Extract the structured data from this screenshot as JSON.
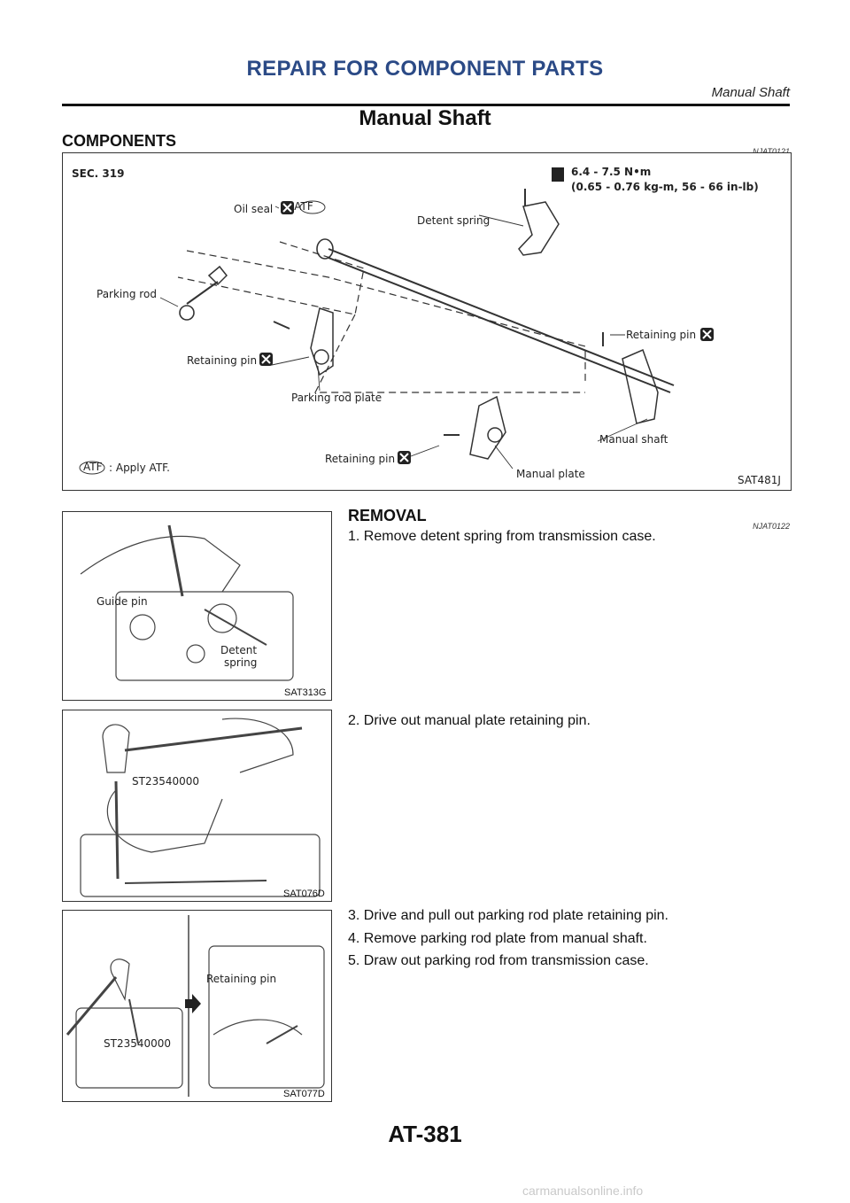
{
  "header": {
    "section": "REPAIR FOR COMPONENT PARTS",
    "subsection": "Manual Shaft"
  },
  "page_title": "Manual Shaft",
  "components": {
    "title": "COMPONENTS",
    "code": "NJAT0121",
    "figure": {
      "sec": "SEC. 319",
      "torque_line1": "6.4 - 7.5 N•m",
      "torque_line2": "(0.65 - 0.76 kg-m, 56 - 66 in-lb)",
      "labels": {
        "oil_seal": "Oil seal",
        "detent_spring": "Detent spring",
        "parking_rod": "Parking rod",
        "retaining_pin_left": "Retaining pin",
        "parking_rod_plate": "Parking rod plate",
        "retaining_pin_right": "Retaining pin",
        "manual_shaft": "Manual shaft",
        "retaining_pin_bottom": "Retaining pin",
        "manual_plate": "Manual plate",
        "atf_icon": "ATF",
        "apply_atf": ": Apply ATF."
      },
      "code": "SAT481J"
    }
  },
  "removal": {
    "title": "REMOVAL",
    "code": "NJAT0122",
    "step1": "1. Remove detent spring from transmission case.",
    "fig1": {
      "label1": "Guide pin",
      "label2a": "Detent",
      "label2b": "spring",
      "code": "SAT313G"
    },
    "step2": "2. Drive out manual plate retaining pin.",
    "fig2": {
      "label": "ST23540000",
      "code": "SAT076D"
    },
    "step3": "3. Drive and pull out parking rod plate retaining pin.",
    "step4": "4. Remove parking rod plate from manual shaft.",
    "step5": "5. Draw out parking rod from transmission case.",
    "fig3": {
      "label1": "Retaining pin",
      "label2": "ST23540000",
      "code": "SAT077D"
    }
  },
  "page_number": "AT-381",
  "watermark": "carmanualsonline.info"
}
